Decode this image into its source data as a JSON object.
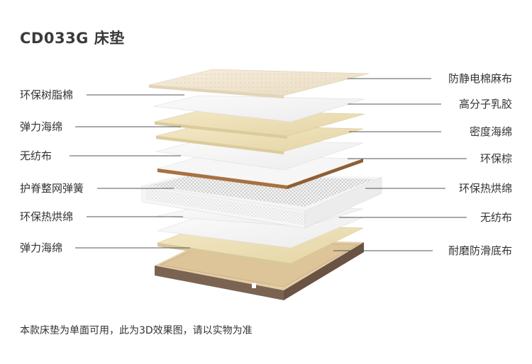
{
  "title": "CD033G 床垫",
  "left_labels": [
    "环保树脂棉",
    "弹力海绵",
    "无纺布",
    "护脊整网弹簧",
    "环保热烘绵",
    "弹力海绵"
  ],
  "right_labels": [
    "防静电棉麻布",
    "高分子乳胶",
    "密度海绵",
    "环保棕",
    "环保热烘绵",
    "无纺布",
    "耐磨防滑底布"
  ],
  "footnote": "本款床垫为单面可用，此为3D效果图，请以实物为准",
  "colors": {
    "top_fabric": "#f1e6d3",
    "latex": "#efe3bf",
    "foam": "#ede0b4",
    "white_layer": "#f4f4f4",
    "coir_edge": "#a8713f",
    "base_side": "#7b6352",
    "base_top": "#e3cda6",
    "leader": "#555555"
  }
}
